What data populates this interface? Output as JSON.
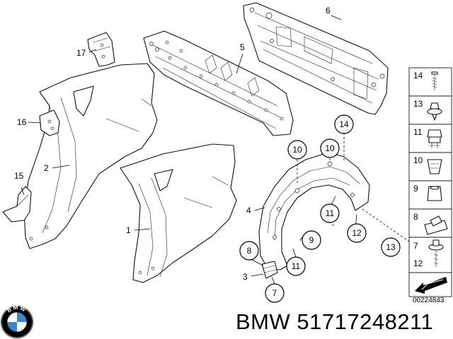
{
  "brand": "BMW",
  "part_number": "51717248211",
  "reference_code": "00224843",
  "callouts": {
    "c1": "1",
    "c2": "2",
    "c3": "3",
    "c4": "4",
    "c5": "5",
    "c6": "6",
    "c7": "7",
    "c8": "8",
    "c9": "9",
    "c10a": "10",
    "c10b": "10",
    "c11a": "11",
    "c11b": "11",
    "c12": "12",
    "c13": "13",
    "c14": "14",
    "c15": "15",
    "c16": "16",
    "c17": "17"
  },
  "legend": {
    "items": [
      "14",
      "13",
      "11",
      "10",
      "9",
      "8",
      "7",
      "12"
    ]
  },
  "logo": {
    "text": "BMW",
    "colors": {
      "blue": "#3a86c8",
      "black": "#000000",
      "white": "#ffffff"
    }
  },
  "colors": {
    "line": "#111111",
    "background": "#ffffff"
  }
}
